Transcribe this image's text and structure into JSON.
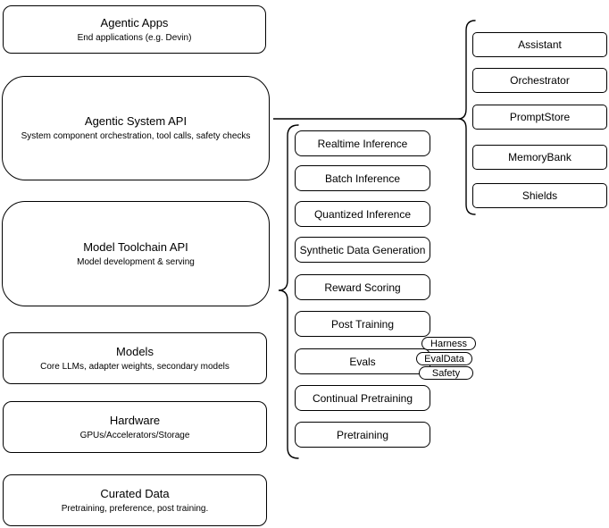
{
  "diagram": {
    "stack": [
      {
        "title": "Agentic Apps",
        "subtitle": "End applications (e.g. Devin)"
      },
      {
        "title": "Agentic System API",
        "subtitle": "System component orchestration, tool calls, safety checks"
      },
      {
        "title": "Model Toolchain API",
        "subtitle": "Model development & serving"
      },
      {
        "title": "Models",
        "subtitle": "Core LLMs, adapter weights, secondary models"
      },
      {
        "title": "Hardware",
        "subtitle": "GPUs/Accelerators/Storage"
      },
      {
        "title": "Curated Data",
        "subtitle": "Pretraining, preference, post training."
      }
    ],
    "toolchain_api_items": [
      "Realtime Inference",
      "Batch Inference",
      "Quantized Inference",
      "Synthetic Data Generation",
      "Reward Scoring",
      "Post Training",
      "Evals",
      "Continual Pretraining",
      "Pretraining"
    ],
    "evals_tags": [
      "Harness",
      "EvalData",
      "Safety"
    ],
    "system_api_items": [
      "Assistant",
      "Orchestrator",
      "PromptStore",
      "MemoryBank",
      "Shields"
    ],
    "colors": {
      "stroke": "#000000",
      "fill": "#ffffff",
      "text": "#000000"
    }
  }
}
